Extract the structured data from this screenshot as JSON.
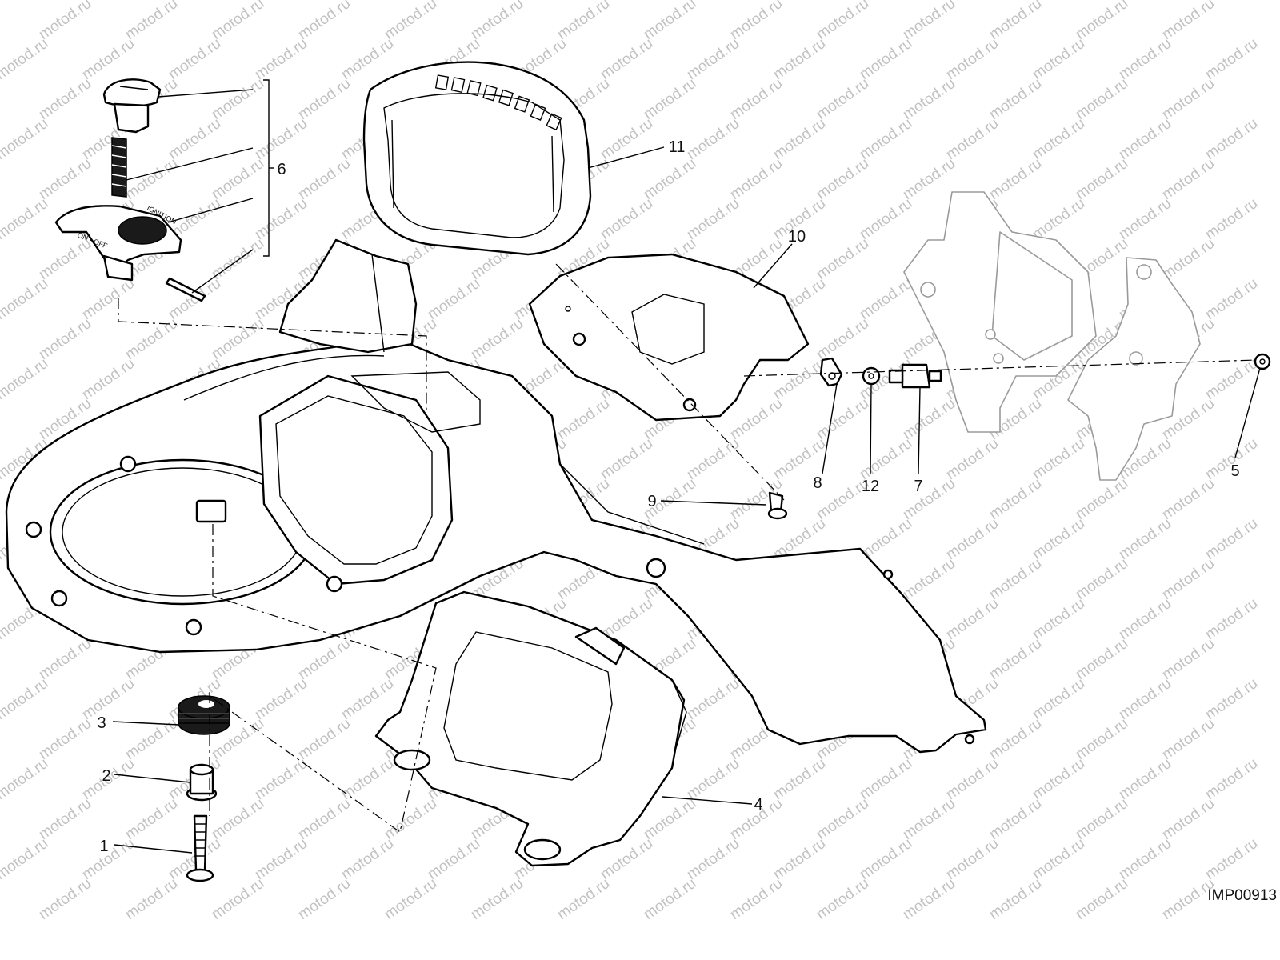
{
  "watermark": "motod.ru",
  "image_code": "IMP00913",
  "callouts": [
    {
      "id": "1",
      "text": "1"
    },
    {
      "id": "2",
      "text": "2"
    },
    {
      "id": "3",
      "text": "3"
    },
    {
      "id": "4",
      "text": "4"
    },
    {
      "id": "5",
      "text": "5"
    },
    {
      "id": "6",
      "text": "6"
    },
    {
      "id": "7",
      "text": "7"
    },
    {
      "id": "8",
      "text": "8"
    },
    {
      "id": "9",
      "text": "9"
    },
    {
      "id": "10",
      "text": "10"
    },
    {
      "id": "11",
      "text": "11"
    },
    {
      "id": "12",
      "text": "12"
    }
  ],
  "ignition_cover_text": {
    "top": "IGNITION",
    "bottom": "ON • OFF"
  },
  "colors": {
    "line": "#000000",
    "ghost": "#9a9a9a",
    "watermark": "#c2c2c2",
    "background": "#ffffff"
  }
}
